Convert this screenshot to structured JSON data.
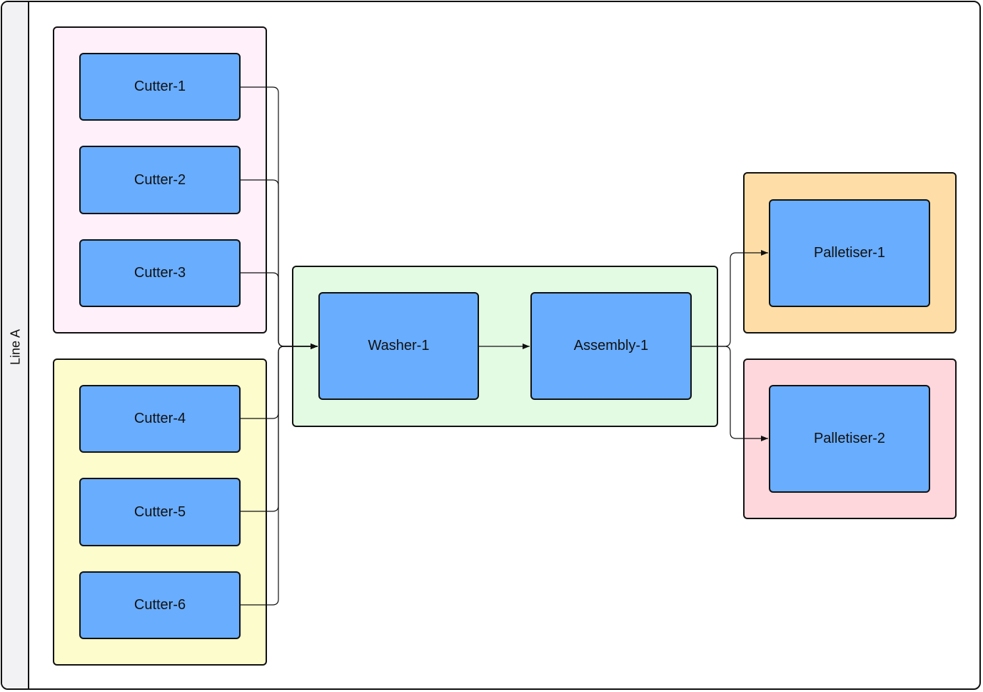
{
  "lane": {
    "title": "Line A"
  },
  "groups": {
    "cutters_a": {
      "color": "#fff0fa"
    },
    "cutters_b": {
      "color": "#fcfccc"
    },
    "processing": {
      "color": "#e3fbe3"
    },
    "pallet_1": {
      "color": "#fedea6"
    },
    "pallet_2": {
      "color": "#fed7dc"
    }
  },
  "nodes": {
    "cutter_1": "Cutter-1",
    "cutter_2": "Cutter-2",
    "cutter_3": "Cutter-3",
    "cutter_4": "Cutter-4",
    "cutter_5": "Cutter-5",
    "cutter_6": "Cutter-6",
    "washer_1": "Washer-1",
    "assembly_1": "Assembly-1",
    "palletiser_1": "Palletiser-1",
    "palletiser_2": "Palletiser-2"
  },
  "node_color": "#69adff",
  "edges": [
    {
      "from": "Cutter-1",
      "to": "Washer-1"
    },
    {
      "from": "Cutter-2",
      "to": "Washer-1"
    },
    {
      "from": "Cutter-3",
      "to": "Washer-1"
    },
    {
      "from": "Cutter-4",
      "to": "Washer-1"
    },
    {
      "from": "Cutter-5",
      "to": "Washer-1"
    },
    {
      "from": "Cutter-6",
      "to": "Washer-1"
    },
    {
      "from": "Washer-1",
      "to": "Assembly-1"
    },
    {
      "from": "Assembly-1",
      "to": "Palletiser-1"
    },
    {
      "from": "Assembly-1",
      "to": "Palletiser-2"
    }
  ]
}
